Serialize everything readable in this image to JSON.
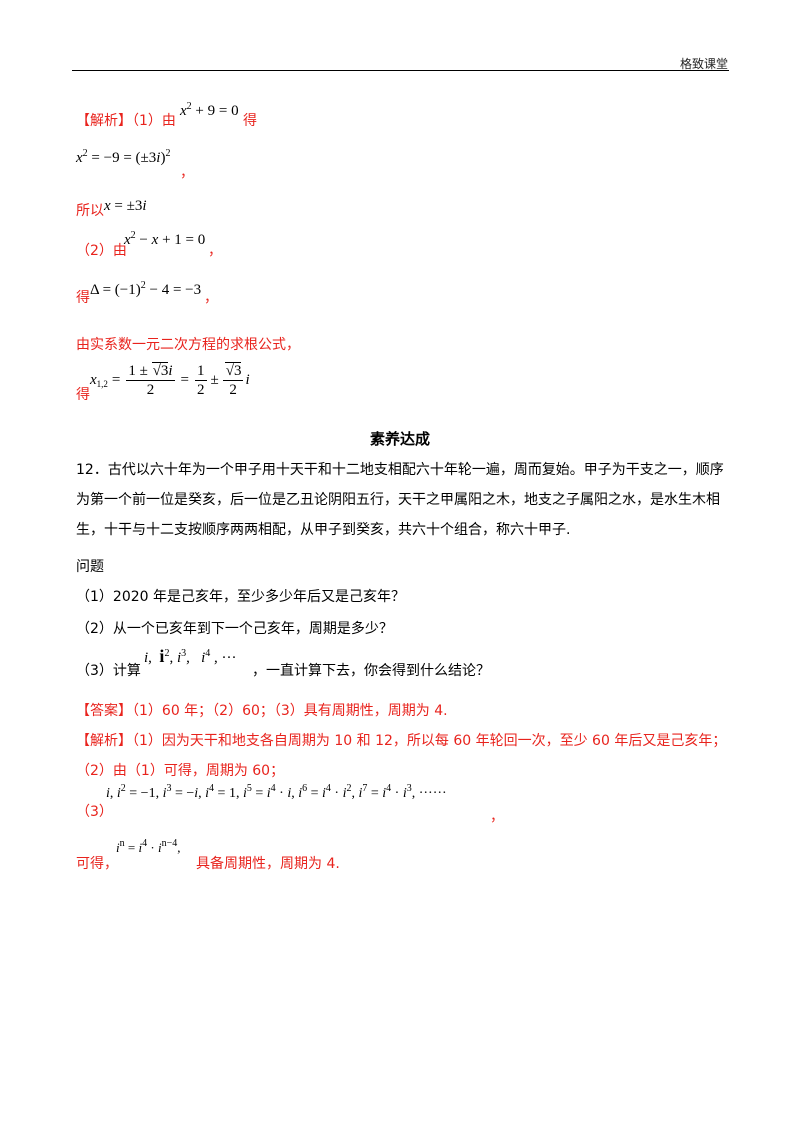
{
  "header": {
    "brand": "格致课堂"
  },
  "analysis1": {
    "tag": "【解析】",
    "part1_prefix": "（1）由",
    "part1_suffix": "得",
    "comma": "，",
    "conclusion_prefix": "所以",
    "part2_prefix": "（2）由",
    "de": "得",
    "formula_intro": "由实系数一元二次方程的求根公式，"
  },
  "section": {
    "title": "素养达成"
  },
  "problem12": {
    "statement": "12．古代以六十年为一个甲子用十天干和十二地支相配六十年轮一遍，周而复始。甲子为干支之一，顺序为第一个前一位是癸亥，后一位是乙丑论阴阳五行，天干之甲属阳之木，地支之子属阳之水，是水生木相生，十干与十二支按顺序两两相配，从甲子到癸亥，共六十个组合，称六十甲子.",
    "question_label": "问题",
    "q1": "（1）2020 年是己亥年，至少多少年后又是己亥年？",
    "q2": "（2）从一个已亥年到下一个己亥年，周期是多少？",
    "q3_prefix": "（3）计算",
    "q3_suffix": "，一直计算下去，你会得到什么结论？"
  },
  "answer": {
    "tag": "【答案】",
    "text": "（1）60 年；（2）60；（3）具有周期性，周期为 4."
  },
  "analysis2": {
    "tag": "【解析】",
    "line1": "（1）因为天干和地支各自周期为 10 和 12，所以每 60 年轮回一次，至少 60 年后又是己亥年；",
    "line2": "（2）由（1）可得，周期为 60；",
    "line3_prefix": "（3）",
    "line4_prefix": "可得，",
    "line4_suffix": "具备周期性，周期为 4."
  }
}
